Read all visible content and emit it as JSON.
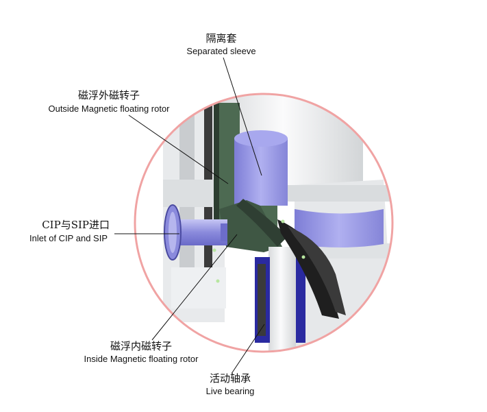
{
  "labels": {
    "separated_sleeve": {
      "zh": "隔离套",
      "en": "Separated sleeve"
    },
    "outside_rotor": {
      "zh": "磁浮外磁转子",
      "en": "Outside Magnetic floating rotor"
    },
    "inlet": {
      "zh": "CIP与SIP进口",
      "en": "Inlet of CIP and SIP"
    },
    "inside_rotor": {
      "zh": "磁浮内磁转子",
      "en": "Inside Magnetic floating rotor"
    },
    "live_bearing": {
      "zh": "活动轴承",
      "en": "Live bearing"
    }
  },
  "colors": {
    "circle_border": "#f0a3a3",
    "sleeve_purple": "#8f8fe0",
    "rotor_green": "#4d6a52",
    "bearing_blue": "#2a2aa0",
    "housing_gray": "#cfd2d4",
    "light_gray": "#eef0f2"
  }
}
